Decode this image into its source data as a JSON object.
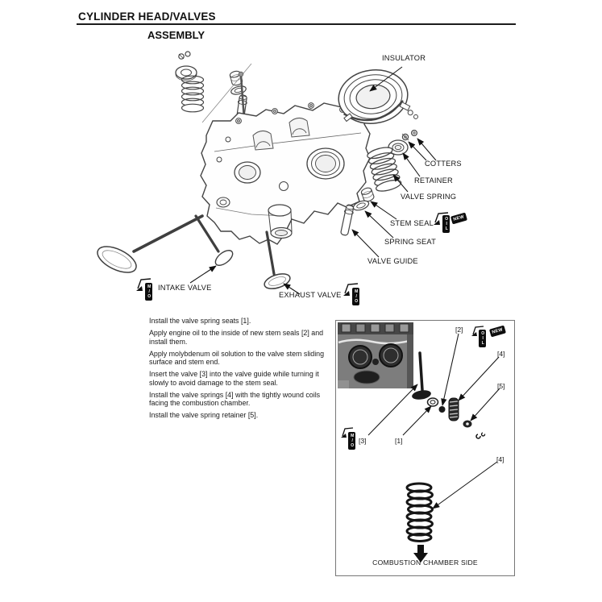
{
  "page": {
    "title": "CYLINDER HEAD/VALVES",
    "subtitle": "ASSEMBLY"
  },
  "diagram": {
    "labels": {
      "insulator": "INSULATOR",
      "cotters": "COTTERS",
      "retainer": "RETAINER",
      "valve_spring": "VALVE SPRING",
      "stem_seal": "STEM SEAL",
      "spring_seat": "SPRING SEAT",
      "valve_guide": "VALVE GUIDE",
      "intake_valve": "INTAKE VALVE",
      "exhaust_valve": "EXHAUST VALVE"
    },
    "icons": {
      "oil": "OIL",
      "moly_oil": "M/O",
      "new": "NEW"
    }
  },
  "instructions": [
    "Install the valve spring seats [1].",
    "Apply engine oil to the inside of new stem seals [2] and install them.",
    "Apply molybdenum oil solution to the valve stem sliding surface and stem end.",
    "Insert the valve [3] into the valve guide while turning it slowly to avoid damage to the stem seal.",
    "Install the valve springs [4] with the tightly wound coils facing the combustion chamber.",
    "Install the valve spring retainer [5]."
  ],
  "figure": {
    "callouts": {
      "c1": "[1]",
      "c2": "[2]",
      "c3": "[3]",
      "c4": "[4]",
      "c5": "[5]"
    },
    "caption": "COMBUSTION CHAMBER SIDE",
    "icons": {
      "oil": "OIL",
      "moly_oil": "M/O",
      "new": "NEW"
    }
  }
}
